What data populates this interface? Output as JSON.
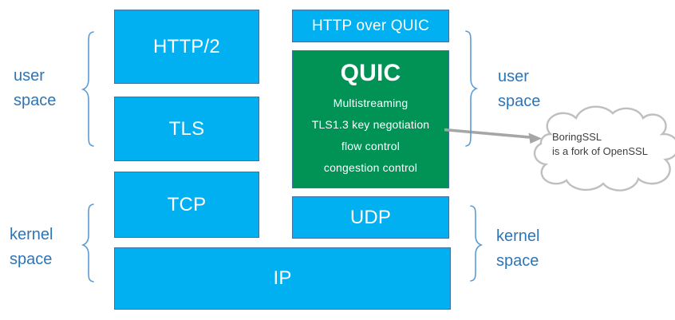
{
  "stack": {
    "http2_label": "HTTP/2",
    "tls_label": "TLS",
    "tcp_label": "TCP",
    "ip_label": "IP",
    "udp_label": "UDP",
    "http_over_quic_label": "HTTP over QUIC",
    "quic": {
      "title": "QUIC",
      "features": [
        "Multistreaming",
        "TLS1.3 key negotiation",
        "flow control",
        "congestion control"
      ]
    }
  },
  "labels": {
    "user": {
      "line1": "user",
      "line2": "space"
    },
    "kernel": {
      "line1": "kernel",
      "line2": "space"
    }
  },
  "callout": {
    "line1": "BoringSSL",
    "line2": "is a fork of OpenSSL"
  },
  "colors": {
    "box_blue": "#00b0f0",
    "box_green": "#009355",
    "box_border": "#41719c",
    "label_blue": "#2e75b6",
    "brace_blue": "#5b9bd5",
    "arrow_gray": "#a6a6a6",
    "cloud_outline_gray": "#bfbfbf",
    "box_text": "#ffffff"
  }
}
